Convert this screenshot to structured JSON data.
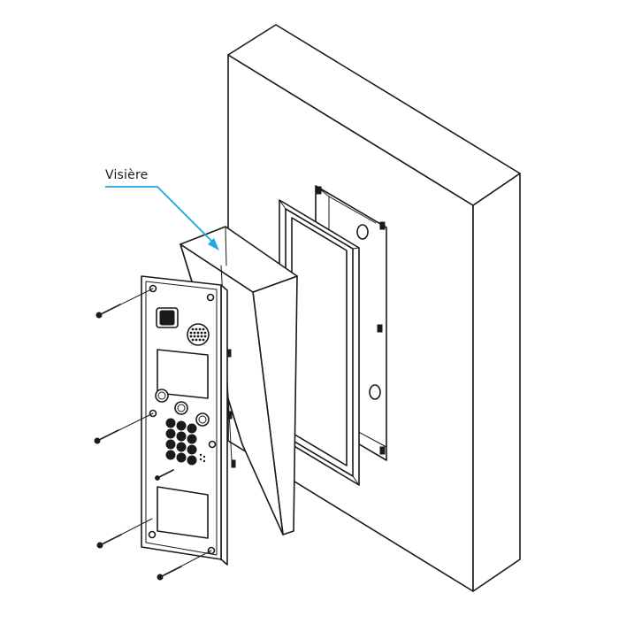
{
  "callout": {
    "label": "Visière",
    "color": "#1aa9e0"
  },
  "parts": {
    "wall": "wall-block",
    "frame": "mounting-frame",
    "back_box": "flush-back-box",
    "visor": "visor-hood",
    "panel": "door-station-panel",
    "screws": "fixing-screws",
    "screw_count": 4,
    "keypad_keys": 12,
    "call_buttons": 3
  },
  "colors": {
    "line": "#1a1a1a",
    "fill": "#ffffff"
  }
}
